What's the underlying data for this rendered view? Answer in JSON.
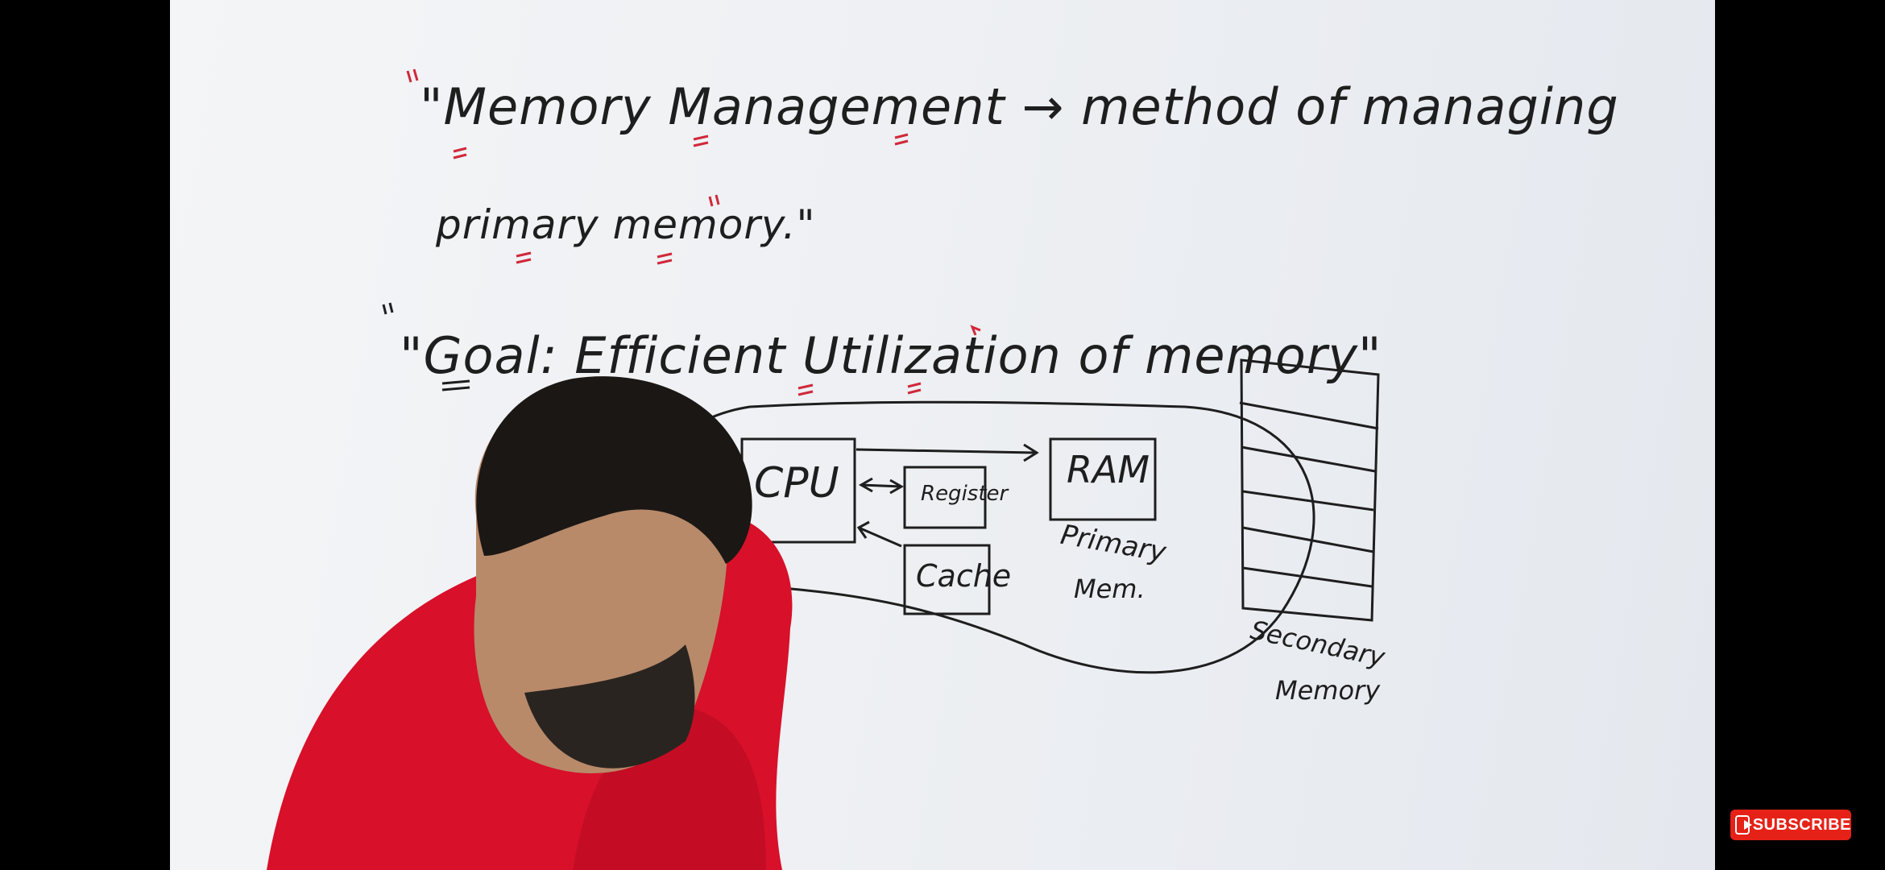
{
  "board": {
    "line1": "\"Memory Management → method of managing",
    "line2": "primary memory.\"",
    "line3": "\"Goal: Efficient Utilization of memory\""
  },
  "diagram": {
    "cpu": "CPU",
    "register": "Register",
    "cache": "Cache",
    "ram": "RAM",
    "primary_line1": "Primary",
    "primary_line2": "Mem.",
    "secondary_line1": "Secondary",
    "secondary_line2": "Memory"
  },
  "overlay": {
    "subscribe_label": "SUBSCRIBE",
    "subscribe_icon": "play-icon"
  },
  "colors": {
    "ink": "#1e1e1e",
    "marker_red": "#d0283a",
    "shirt_red": "#d8102a",
    "subscribe_red": "#e62117"
  }
}
